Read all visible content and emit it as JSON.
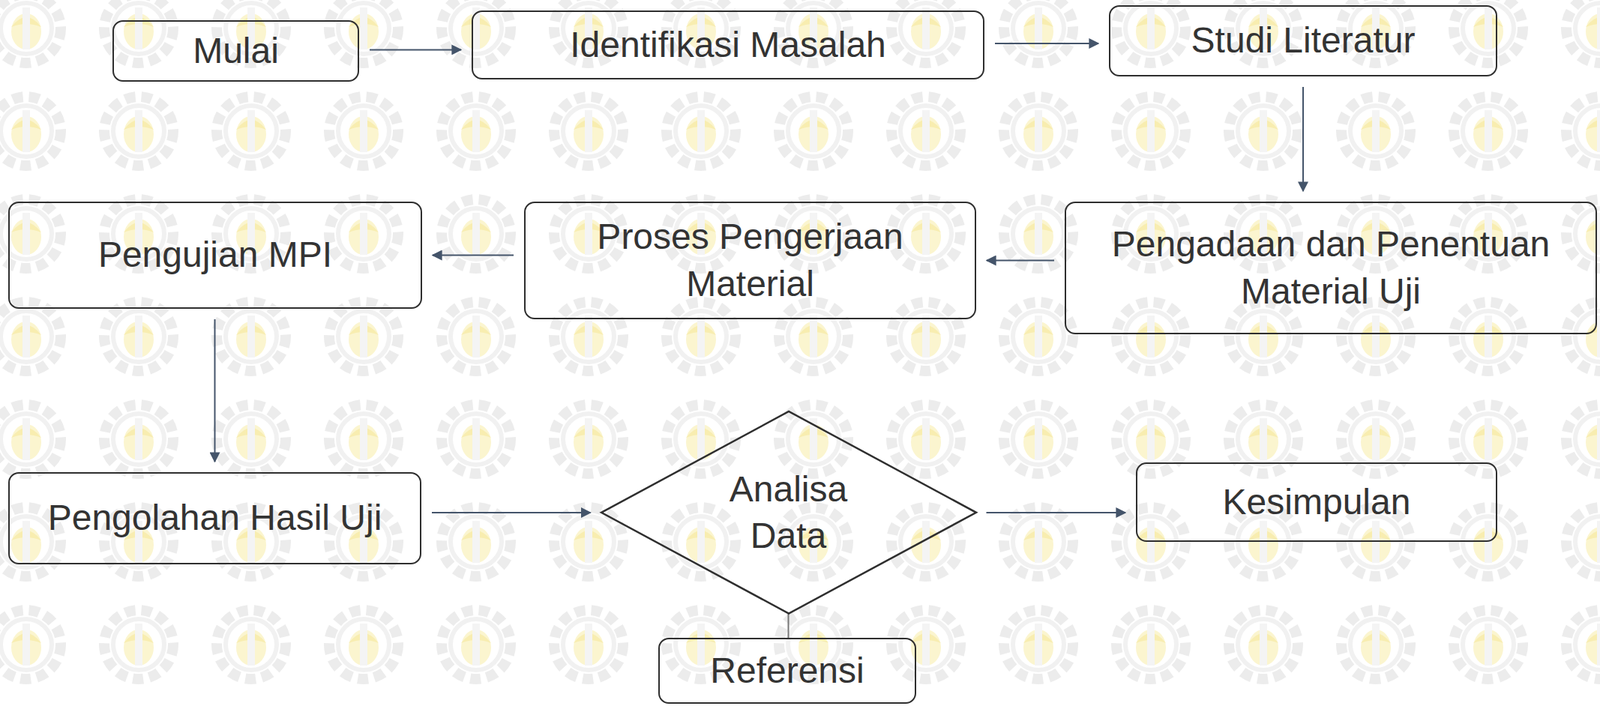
{
  "diagram": {
    "nodes": [
      {
        "text": [
          "Mulai"
        ]
      },
      {
        "text": [
          "Identifikasi Masalah"
        ]
      },
      {
        "text": [
          "Studi Literatur"
        ]
      },
      {
        "text": [
          "Pengujian MPI"
        ]
      },
      {
        "text": [
          "Proses Pengerjaan Material"
        ]
      },
      {
        "text": [
          "Pengadaan dan Penentuan Material Uji"
        ]
      },
      {
        "text": [
          "Pengolahan Hasil Uji"
        ]
      },
      {
        "text": [
          "Analisa Data"
        ]
      },
      {
        "text": [
          "Kesimpulan"
        ]
      },
      {
        "text": [
          "Referensi"
        ]
      }
    ],
    "edges": [
      {
        "from": 0,
        "to": 1,
        "arrow": "to"
      },
      {
        "from": 1,
        "to": 2,
        "arrow": "to"
      },
      {
        "from": 2,
        "to": 5,
        "arrow": "to"
      },
      {
        "from": 5,
        "to": 4,
        "arrow": "to"
      },
      {
        "from": 4,
        "to": 3,
        "arrow": "to"
      },
      {
        "from": 3,
        "to": 6,
        "arrow": "to"
      },
      {
        "from": 6,
        "to": 7,
        "arrow": "to"
      },
      {
        "from": 7,
        "to": 8,
        "arrow": "to"
      },
      {
        "from": 7,
        "to": 9,
        "arrow": "none"
      }
    ]
  }
}
